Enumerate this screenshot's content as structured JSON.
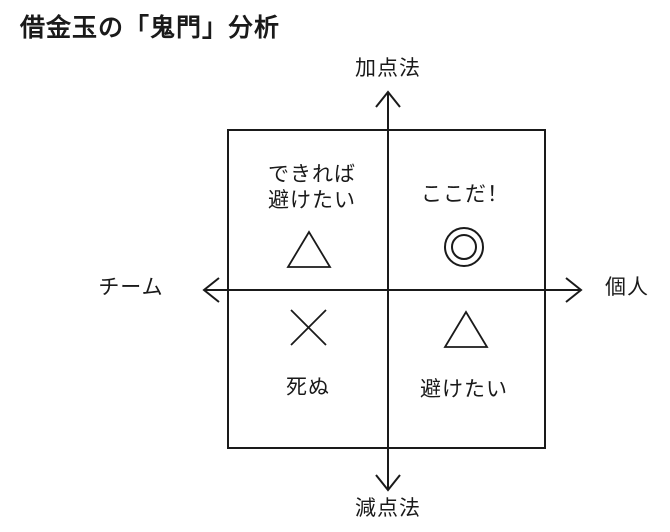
{
  "title": "借金玉の「鬼門」分析",
  "axes": {
    "top": "加点法",
    "bottom": "減点法",
    "left": "チーム",
    "right": "個人"
  },
  "quadrants": {
    "top_left": {
      "label_line1": "できれば",
      "label_line2": "避けたい",
      "symbol_name": "triangle-icon",
      "symbol_glyph": "△"
    },
    "top_right": {
      "label": "ここだ！",
      "symbol_name": "double-circle-icon",
      "symbol_glyph": "◎"
    },
    "bottom_left": {
      "label": "死ぬ",
      "symbol_name": "cross-icon",
      "symbol_glyph": "✕"
    },
    "bottom_right": {
      "label": "避けたい",
      "symbol_name": "triangle-icon",
      "symbol_glyph": "△"
    }
  },
  "colors": {
    "ink": "#1a1a1a",
    "background": "#ffffff"
  }
}
